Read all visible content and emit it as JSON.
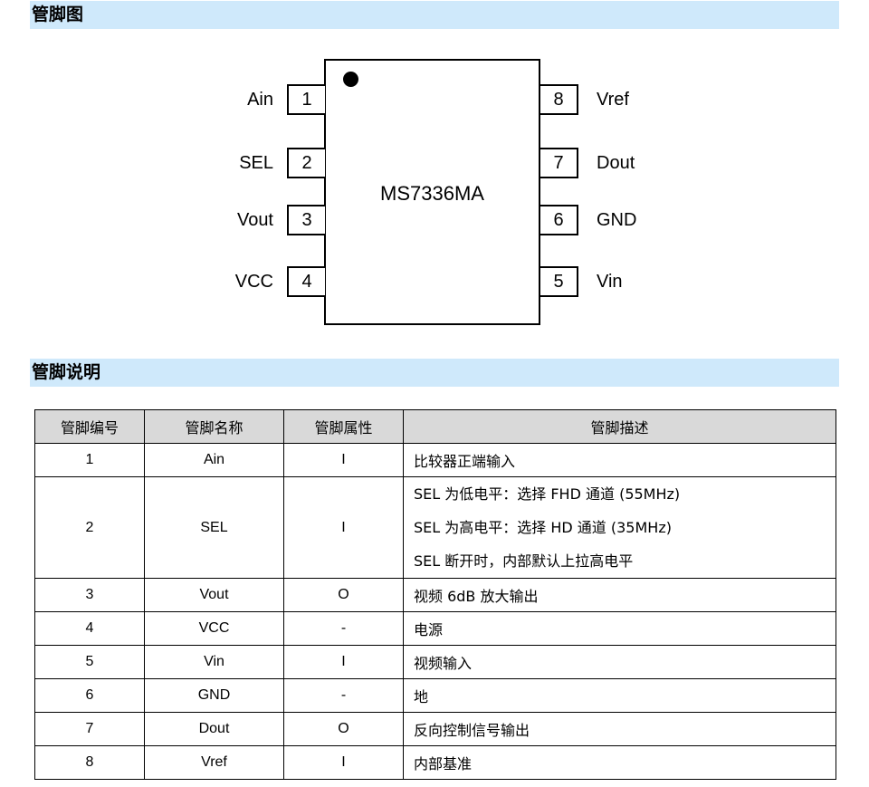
{
  "sections": {
    "pinout_title": "管脚图",
    "description_title": "管脚说明"
  },
  "chip": {
    "name": "MS7336MA",
    "left_pins": [
      {
        "number": "1",
        "label": "Ain"
      },
      {
        "number": "2",
        "label": "SEL"
      },
      {
        "number": "3",
        "label": "Vout"
      },
      {
        "number": "4",
        "label": "VCC"
      }
    ],
    "right_pins": [
      {
        "number": "8",
        "label": "Vref"
      },
      {
        "number": "7",
        "label": "Dout"
      },
      {
        "number": "6",
        "label": "GND"
      },
      {
        "number": "5",
        "label": "Vin"
      }
    ]
  },
  "table": {
    "headers": [
      "管脚编号",
      "管脚名称",
      "管脚属性",
      "管脚描述"
    ],
    "rows": [
      {
        "number": "1",
        "name": "Ain",
        "type": "I",
        "desc": [
          "比较器正端输入"
        ]
      },
      {
        "number": "2",
        "name": "SEL",
        "type": "I",
        "desc": [
          "SEL 为低电平：选择 FHD 通道 (55MHz)",
          "SEL 为高电平：选择 HD 通道 (35MHz)",
          "SEL 断开时，内部默认上拉高电平"
        ]
      },
      {
        "number": "3",
        "name": "Vout",
        "type": "O",
        "desc": [
          "视频 6dB 放大输出"
        ]
      },
      {
        "number": "4",
        "name": "VCC",
        "type": "-",
        "desc": [
          "电源"
        ]
      },
      {
        "number": "5",
        "name": "Vin",
        "type": "I",
        "desc": [
          "视频输入"
        ]
      },
      {
        "number": "6",
        "name": "GND",
        "type": "-",
        "desc": [
          "地"
        ]
      },
      {
        "number": "7",
        "name": "Dout",
        "type": "O",
        "desc": [
          "反向控制信号输出"
        ]
      },
      {
        "number": "8",
        "name": "Vref",
        "type": "I",
        "desc": [
          "内部基准"
        ]
      }
    ]
  }
}
